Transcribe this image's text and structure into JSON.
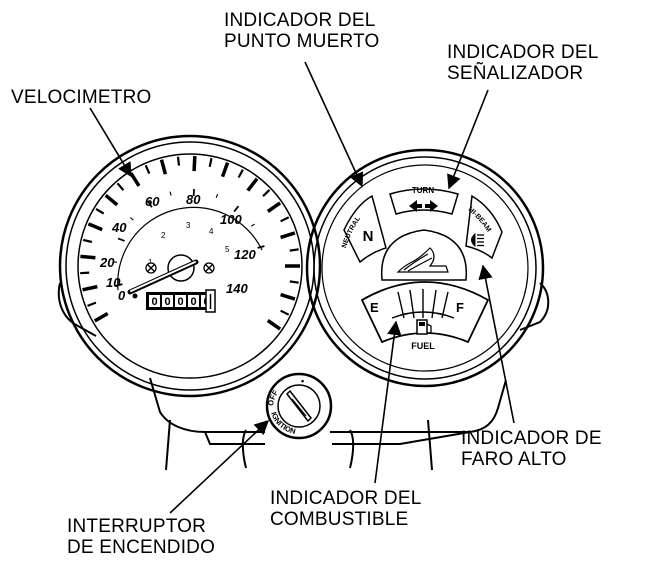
{
  "callouts": {
    "velocimetro": [
      "VELOCIMETRO"
    ],
    "neutral_indicator": [
      "INDICADOR DEL",
      "PUNTO MUERTO"
    ],
    "turn_indicator": [
      "INDICADOR DEL",
      "SEÑALIZADOR"
    ],
    "high_beam_indicator": [
      "INDICADOR DE",
      "FARO ALTO"
    ],
    "fuel_gauge": [
      "INDICADOR DEL",
      "COMBUSTIBLE"
    ],
    "ignition_switch": [
      "INTERRUPTOR",
      "DE ENCENDIDO"
    ]
  },
  "speedometer": {
    "major_labels": [
      "0",
      "10",
      "20",
      "40",
      "60",
      "80",
      "100",
      "120",
      "140"
    ],
    "minor_labels": [
      "1",
      "2",
      "3",
      "4",
      "5"
    ],
    "odometer_digits": [
      "0",
      "0",
      "0",
      "0",
      "0"
    ]
  },
  "indicator_panel": {
    "turn": "TURN",
    "neutral": "NEUTRAL",
    "neutral_letter": "N",
    "high_beam": "HI-BEAM",
    "fuel_empty": "E",
    "fuel_full": "F",
    "fuel": "FUEL"
  },
  "ignition": {
    "off": "OFF",
    "on_mark": "•",
    "ignition": "IGNITION"
  }
}
